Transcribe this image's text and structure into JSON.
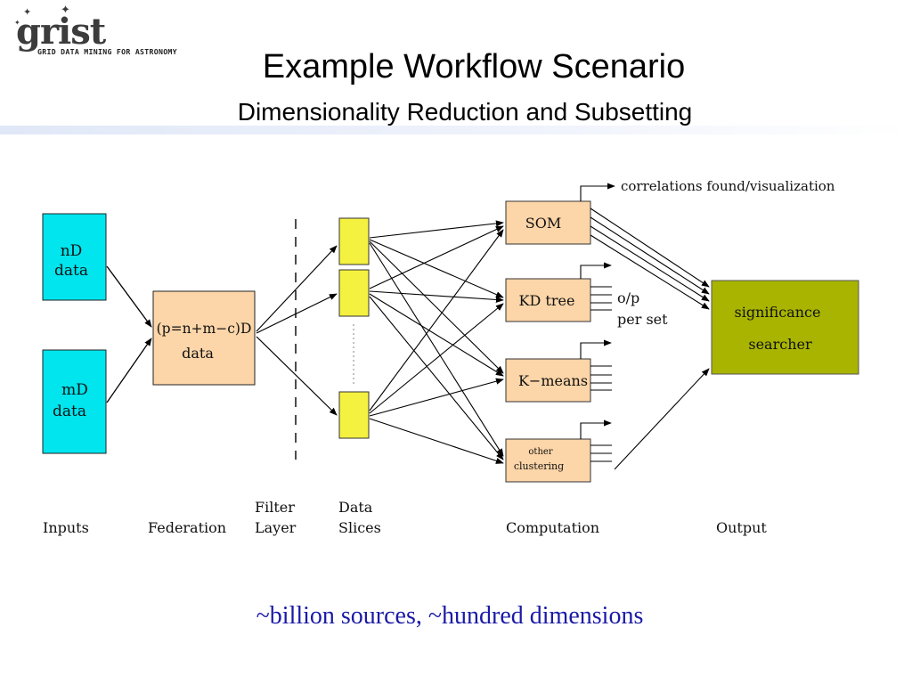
{
  "logo": {
    "word": "grist",
    "tagline": "GRID DATA MINING FOR ASTRONOMY"
  },
  "title": "Example Workflow Scenario",
  "subtitle": "Dimensionality Reduction and Subsetting",
  "diagram": {
    "inputs": {
      "nd_line1": "nD",
      "nd_line2": "data",
      "md_line1": "mD",
      "md_line2": "data"
    },
    "federation": {
      "line1": "(p=n+m−c)D",
      "line2": "data"
    },
    "computation": {
      "som": "SOM",
      "kdtree": "KD tree",
      "kmeans": "K−means",
      "other_line1": "other",
      "other_line2": "clustering"
    },
    "notes": {
      "correlations": "correlations found/visualization",
      "op_line1": "o/p",
      "op_line2": "per set"
    },
    "output": {
      "line1": "significance",
      "line2": "searcher"
    },
    "stages": {
      "inputs": "Inputs",
      "federation": "Federation",
      "filter_line1": "Filter",
      "filter_line2": "Layer",
      "slices_line1": "Data",
      "slices_line2": "Slices",
      "computation": "Computation",
      "output": "Output"
    },
    "colors": {
      "input": "#00e5ee",
      "federation": "#fcd5a8",
      "slice": "#f4f140",
      "computation": "#fcd5a8",
      "output": "#a8b400"
    }
  },
  "footer": "~billion sources, ~hundred dimensions"
}
